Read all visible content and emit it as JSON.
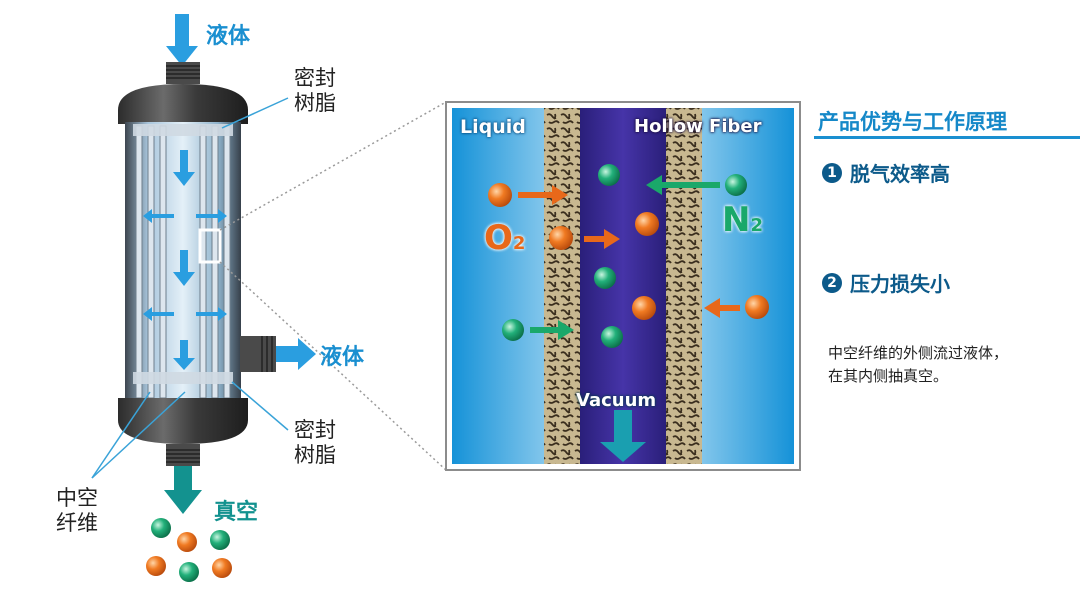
{
  "device": {
    "inlet_label": "液体",
    "seal_top_label": [
      "密封",
      "树脂"
    ],
    "outlet_label": "液体",
    "seal_bottom_label": [
      "密封",
      "树脂"
    ],
    "fiber_label": [
      "中空",
      "纤维"
    ],
    "vacuum_label": "真空"
  },
  "detail": {
    "liquid_label": "Liquid",
    "fiber_label": "Hollow Fiber",
    "vacuum_label": "Vacuum",
    "o2_label": "O",
    "o2_sub": "2",
    "n2_label": "N",
    "n2_sub": "2"
  },
  "info": {
    "title": "产品优势与工作原理",
    "advantages": [
      {
        "num": "1",
        "text": "脱气效率高"
      },
      {
        "num": "2",
        "text": "压力损失小"
      }
    ],
    "desc_lines": [
      "中空纤维的外侧流过液体，",
      "在其内侧抽真空。"
    ]
  },
  "colors": {
    "accent_blue": "#1a8fd0",
    "oxygen_orange": "#e8681a",
    "nitrogen_green": "#1aa86a",
    "vacuum_teal": "#13928f",
    "fiber_purple": "#3a2a8f"
  }
}
